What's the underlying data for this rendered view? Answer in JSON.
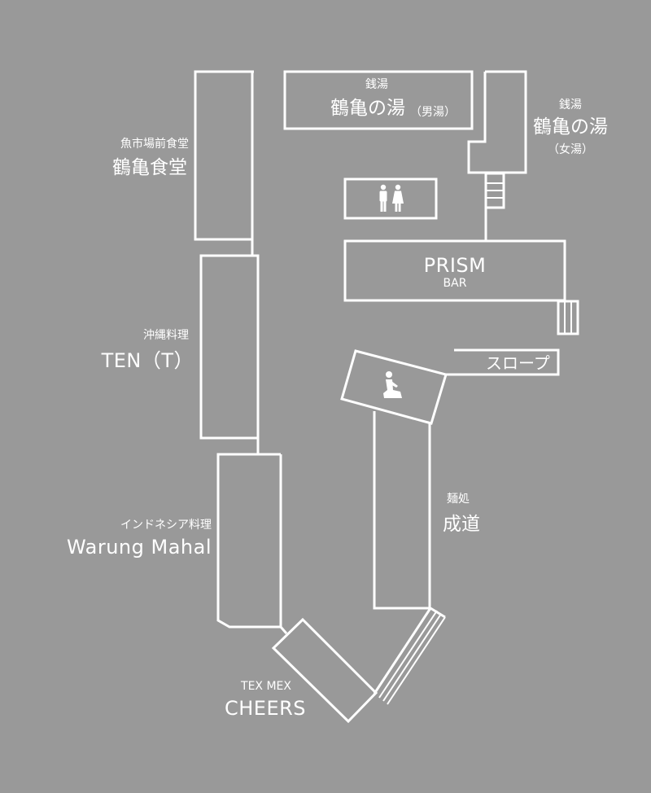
{
  "map": {
    "colors": {
      "background": "#999999",
      "line": "#ffffff"
    },
    "shops": {
      "sento_men": {
        "category": "銭湯",
        "name": "鶴亀の湯",
        "note": "（男湯）"
      },
      "sento_women": {
        "category": "銭湯",
        "name": "鶴亀の湯",
        "note": "（女湯）"
      },
      "uoichiba": {
        "category": "魚市場前食堂",
        "name": "鶴亀食堂"
      },
      "okinawa": {
        "category": "沖縄料理",
        "name": "TEN（T）"
      },
      "prism": {
        "name": "PRISM",
        "note": "BAR"
      },
      "slope": {
        "name": "スロープ"
      },
      "indonesia": {
        "category": "インドネシア料理",
        "name": "Warung Mahal"
      },
      "menya": {
        "category": "麺処",
        "name": "成道"
      },
      "texmex": {
        "category": "TEX MEX",
        "name": "CHEERS"
      }
    },
    "icons": [
      "restroom-icon",
      "prayer-room-icon"
    ]
  }
}
